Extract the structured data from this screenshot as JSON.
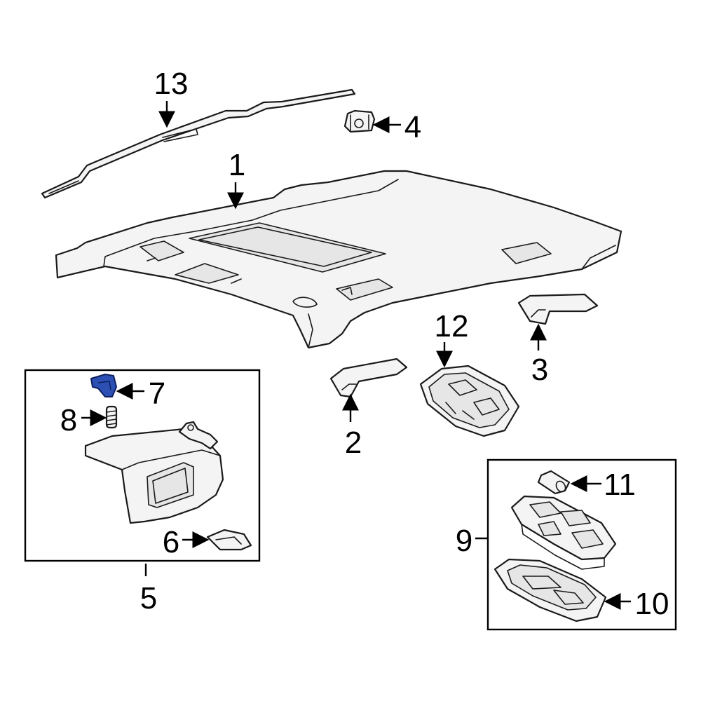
{
  "diagram": {
    "highlight_color": "#2b4fb3",
    "callouts": [
      {
        "id": "1",
        "label": "1",
        "part": "headliner"
      },
      {
        "id": "2",
        "label": "2",
        "part": "grab-handle-front"
      },
      {
        "id": "3",
        "label": "3",
        "part": "grab-handle-rear"
      },
      {
        "id": "4",
        "label": "4",
        "part": "retainer-clip"
      },
      {
        "id": "5",
        "label": "5",
        "part": "sun-visor-assembly"
      },
      {
        "id": "6",
        "label": "6",
        "part": "visor-clip"
      },
      {
        "id": "7",
        "label": "7",
        "part": "visor-bracket"
      },
      {
        "id": "8",
        "label": "8",
        "part": "visor-screw"
      },
      {
        "id": "9",
        "label": "9",
        "part": "dome-lamp-assembly"
      },
      {
        "id": "10",
        "label": "10",
        "part": "dome-lamp-lens"
      },
      {
        "id": "11",
        "label": "11",
        "part": "bulb"
      },
      {
        "id": "12",
        "label": "12",
        "part": "overhead-console"
      },
      {
        "id": "13",
        "label": "13",
        "part": "roof-rail-molding"
      }
    ]
  }
}
